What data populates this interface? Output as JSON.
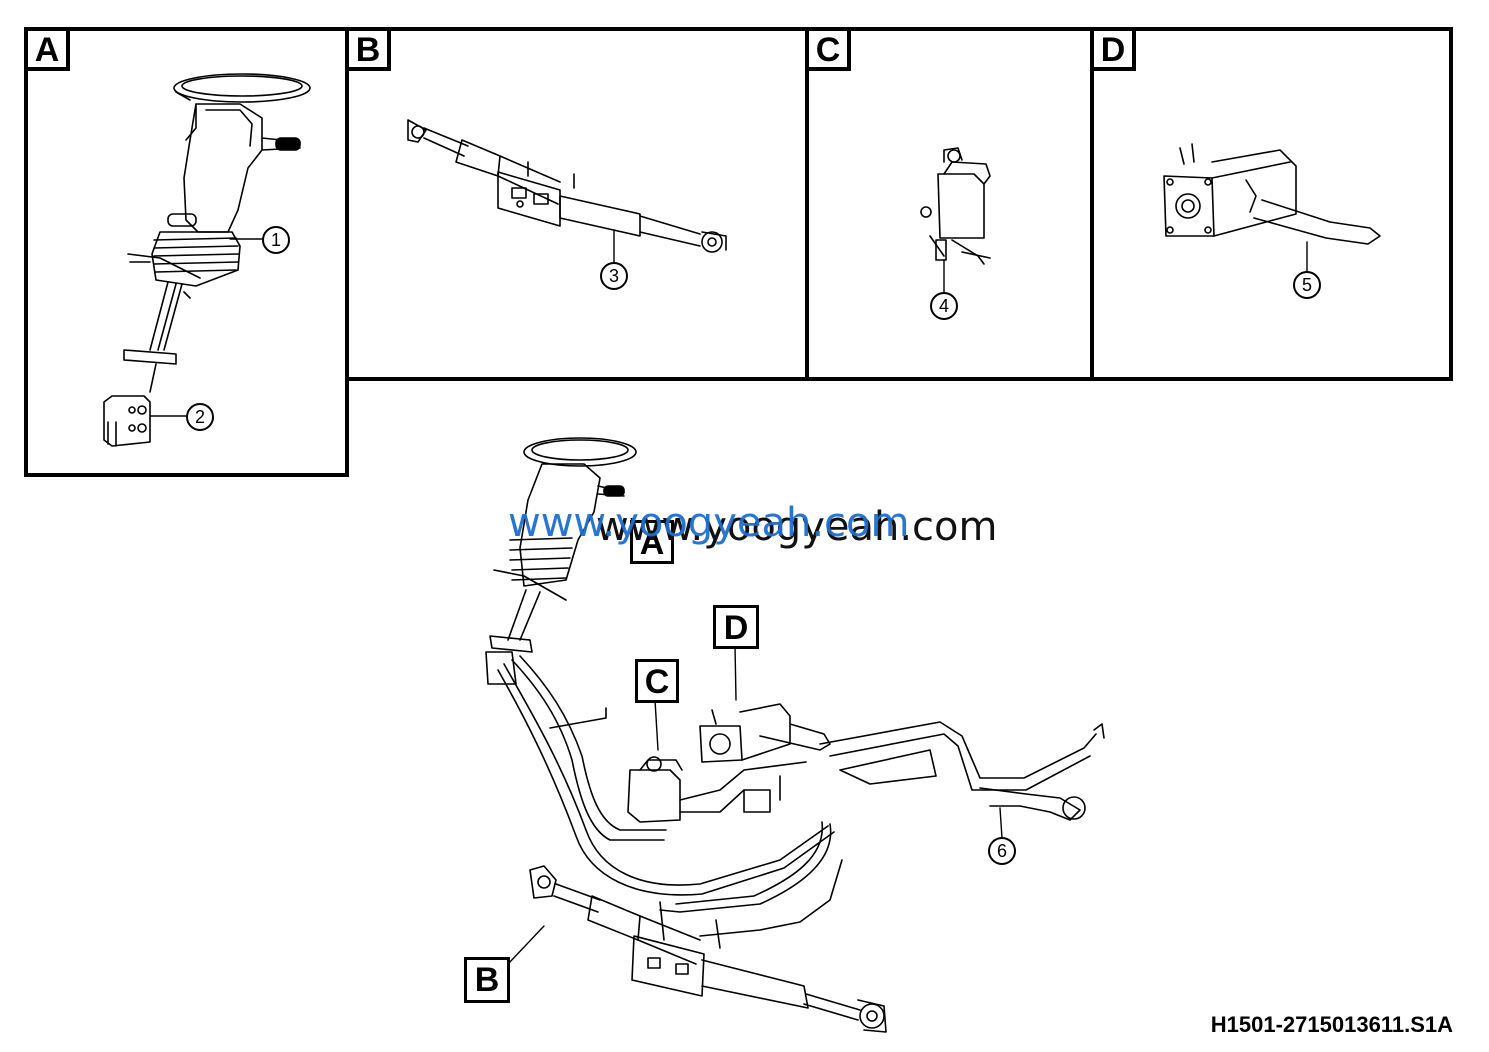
{
  "panels": {
    "a": {
      "letter": "A"
    },
    "b": {
      "letter": "B"
    },
    "c": {
      "letter": "C"
    },
    "d": {
      "letter": "D"
    }
  },
  "callouts": [
    "1",
    "2",
    "3",
    "4",
    "5",
    "6"
  ],
  "main_labels": {
    "a": "A",
    "b": "B",
    "c": "C",
    "d": "D"
  },
  "watermark": {
    "blue": "www.yoogyeah.com",
    "dark": "www.yoogyeah.com"
  },
  "doc_id": "H1501-2715013611.S1A"
}
